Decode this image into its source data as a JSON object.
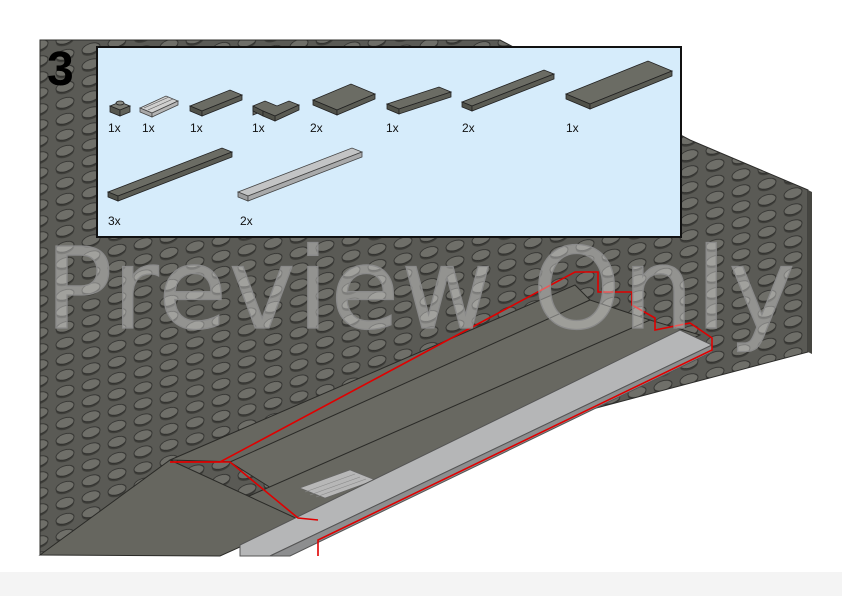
{
  "instruction": {
    "step_number": "3",
    "parts_callout": {
      "row1": [
        {
          "part": "plate-1x1",
          "qty": "1x",
          "color": "#6a6b63"
        },
        {
          "part": "grille-tile",
          "qty": "1x",
          "color": "#c9c9c9"
        },
        {
          "part": "plate-1x4",
          "qty": "1x",
          "color": "#6a6b63"
        },
        {
          "part": "corner-plate",
          "qty": "1x",
          "color": "#6a6b63"
        },
        {
          "part": "plate-2x4",
          "qty": "2x",
          "color": "#6a6b63"
        },
        {
          "part": "plate-1x4-b",
          "qty": "1x",
          "color": "#6a6b63"
        },
        {
          "part": "plate-1x10",
          "qty": "2x",
          "color": "#6a6b63"
        },
        {
          "part": "plate-2x10",
          "qty": "1x",
          "color": "#6a6b63"
        }
      ],
      "row2": [
        {
          "part": "plate-1x16",
          "qty": "3x",
          "color": "#6a6b63"
        },
        {
          "part": "tile-1x16-light",
          "qty": "2x",
          "color": "#b9babb"
        }
      ]
    },
    "watermark": "Preview Only"
  },
  "colors": {
    "baseplate": "#5f5f59",
    "stud": "#6e6e68",
    "new_part_outline": "#e00000",
    "callout_bg": "#d6ecfb",
    "dark_gray": "#6a6b63",
    "light_gray": "#b9babb"
  }
}
